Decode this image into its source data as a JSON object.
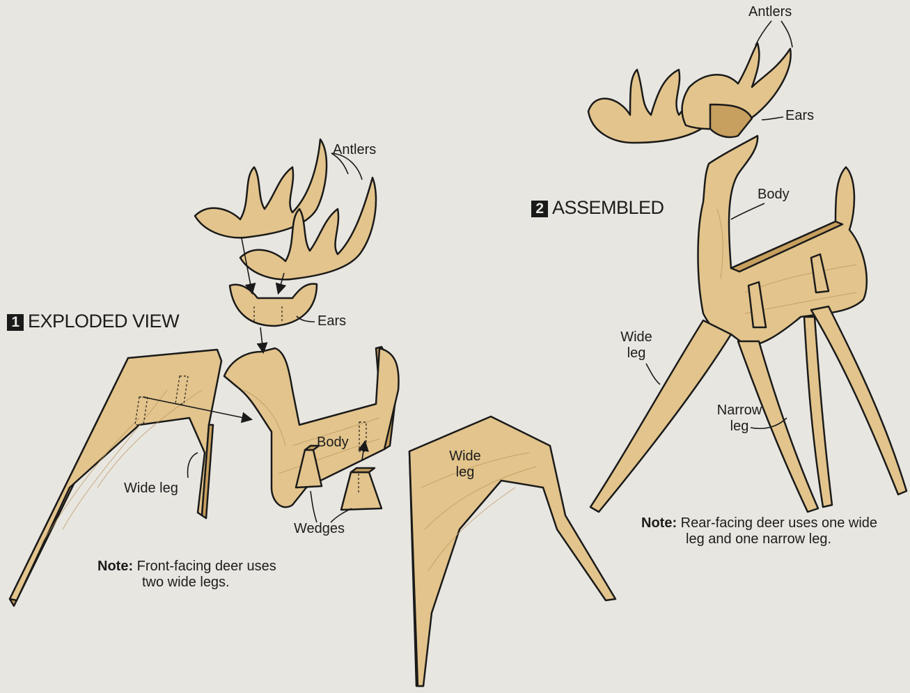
{
  "views": [
    {
      "number": "1",
      "title": "EXPLODED VIEW",
      "labels": {
        "antlers": "Antlers",
        "ears": "Ears",
        "body": "Body",
        "wide_leg_left": "Wide leg",
        "wide_leg_center_1": "Wide",
        "wide_leg_center_2": "leg",
        "wedges": "Wedges"
      },
      "note": {
        "prefix": "Note:",
        "line1": "Front-facing deer uses",
        "line2": "two wide legs."
      }
    },
    {
      "number": "2",
      "title": "ASSEMBLED",
      "labels": {
        "antlers": "Antlers",
        "ears": "Ears",
        "body": "Body",
        "wide_leg_1": "Wide",
        "wide_leg_2": "leg",
        "narrow_leg_1": "Narrow",
        "narrow_leg_2": "leg"
      },
      "note": {
        "prefix": "Note:",
        "line1": "Rear-facing deer uses one wide",
        "line2": "leg and one narrow leg."
      }
    }
  ],
  "colors": {
    "plywood": "#e2c48c",
    "plywood_edge": "#c79f5e",
    "outline": "#1a1a1a",
    "background": "#e8e6e0"
  }
}
